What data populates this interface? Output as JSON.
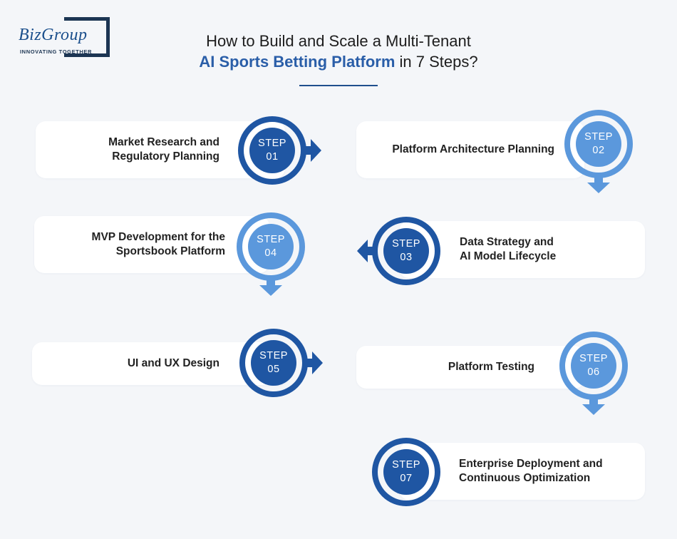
{
  "logo": {
    "name": "BizGroup",
    "tagline": "INNOVATING TOGETHER"
  },
  "title": {
    "line1": "How to Build and Scale a Multi-Tenant",
    "line2_highlight": "AI Sports Betting Platform",
    "line2_rest": " in 7 Steps?"
  },
  "steps": [
    {
      "step_word": "STEP",
      "number": "01",
      "label": [
        "Market Research and",
        "Regulatory Planning"
      ],
      "color": "#1f56a3"
    },
    {
      "step_word": "STEP",
      "number": "02",
      "label": [
        "Platform Architecture Planning"
      ],
      "color": "#5b98dc"
    },
    {
      "step_word": "STEP",
      "number": "03",
      "label": [
        "Data Strategy and",
        "AI Model Lifecycle"
      ],
      "color": "#1f56a3"
    },
    {
      "step_word": "STEP",
      "number": "04",
      "label": [
        "MVP Development for the",
        "Sportsbook Platform"
      ],
      "color": "#5b98dc"
    },
    {
      "step_word": "STEP",
      "number": "05",
      "label": [
        "UI and UX Design"
      ],
      "color": "#1f56a3"
    },
    {
      "step_word": "STEP",
      "number": "06",
      "label": [
        "Platform Testing"
      ],
      "color": "#5b98dc"
    },
    {
      "step_word": "STEP",
      "number": "07",
      "label": [
        "Enterprise Deployment and",
        "Continuous Optimization"
      ],
      "color": "#1f56a3"
    }
  ]
}
